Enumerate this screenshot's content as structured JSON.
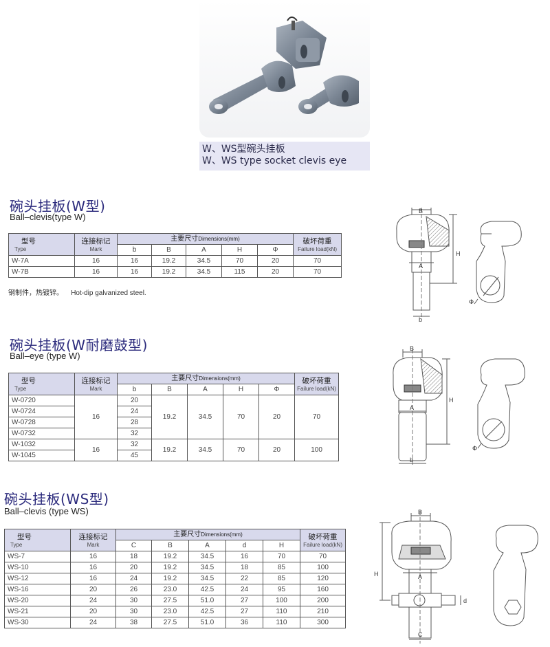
{
  "header": {
    "caption_cn": "W、WS型碗头挂板",
    "caption_en": "W、WS type socket clevis eye"
  },
  "common": {
    "type_cn": "型号",
    "type_en": "Type",
    "mark_cn": "连接标记",
    "mark_en": "Mark",
    "dims_cn": "主要尺寸",
    "dims_en": "Dimensions(mm)",
    "load_cn": "破坏荷重",
    "load_en": "Failure load(kN)"
  },
  "section1": {
    "title": "碗头挂板(W型)",
    "subtitle": "Ball–clevis(type W)",
    "columns": [
      "b",
      "B",
      "A",
      "H",
      "Φ"
    ],
    "rows": [
      {
        "type": "W-7A",
        "mark": "16",
        "dims": [
          "16",
          "19.2",
          "34.5",
          "70",
          "20"
        ],
        "load": "70"
      },
      {
        "type": "W-7B",
        "mark": "16",
        "dims": [
          "16",
          "19.2",
          "34.5",
          "115",
          "20"
        ],
        "load": "70"
      }
    ],
    "note_cn": "钢制件，热镀锌。",
    "note_en": "Hot-dip galvanized steel."
  },
  "section2": {
    "title": "碗头挂板(W耐磨鼓型)",
    "subtitle": "Ball–eye (type W)",
    "columns": [
      "b",
      "B",
      "A",
      "H",
      "Φ"
    ],
    "groups": [
      {
        "types": [
          "W-0720",
          "W-0724",
          "W-0728",
          "W-0732"
        ],
        "b": [
          "20",
          "24",
          "28",
          "32"
        ],
        "mark": "16",
        "B": "19.2",
        "A": "34.5",
        "H": "70",
        "phi": "20",
        "load": "70"
      },
      {
        "types": [
          "W-1032",
          "W-1045"
        ],
        "b": [
          "32",
          "45"
        ],
        "mark": "16",
        "B": "19.2",
        "A": "34.5",
        "H": "70",
        "phi": "20",
        "load": "100"
      }
    ]
  },
  "section3": {
    "title": "碗头挂板(WS型)",
    "subtitle": "Ball–clevis (type WS)",
    "columns": [
      "C",
      "B",
      "A",
      "d",
      "H"
    ],
    "rows": [
      {
        "type": "WS-7",
        "mark": "16",
        "dims": [
          "18",
          "19.2",
          "34.5",
          "16",
          "70"
        ],
        "load": "70"
      },
      {
        "type": "WS-10",
        "mark": "16",
        "dims": [
          "20",
          "19.2",
          "34.5",
          "18",
          "85"
        ],
        "load": "100"
      },
      {
        "type": "WS-12",
        "mark": "16",
        "dims": [
          "24",
          "19.2",
          "34.5",
          "22",
          "85"
        ],
        "load": "120"
      },
      {
        "type": "WS-16",
        "mark": "20",
        "dims": [
          "26",
          "23.0",
          "42.5",
          "24",
          "95"
        ],
        "load": "160"
      },
      {
        "type": "WS-20",
        "mark": "24",
        "dims": [
          "30",
          "27.5",
          "51.0",
          "27",
          "100"
        ],
        "load": "200"
      },
      {
        "type": "WS-21",
        "mark": "20",
        "dims": [
          "30",
          "23.0",
          "42.5",
          "27",
          "110"
        ],
        "load": "210"
      },
      {
        "type": "WS-30",
        "mark": "24",
        "dims": [
          "38",
          "27.5",
          "51.0",
          "36",
          "110"
        ],
        "load": "300"
      }
    ]
  },
  "drawings": {
    "d1": {
      "B": "B",
      "H": "H",
      "A": "A",
      "b": "b",
      "phi": "Φ"
    },
    "d2": {
      "B": "B",
      "H": "H",
      "A": "A",
      "b": "b",
      "phi": "Φ"
    },
    "d3": {
      "B": "B",
      "H": "H",
      "A": "A",
      "C": "C",
      "d": "d"
    }
  }
}
